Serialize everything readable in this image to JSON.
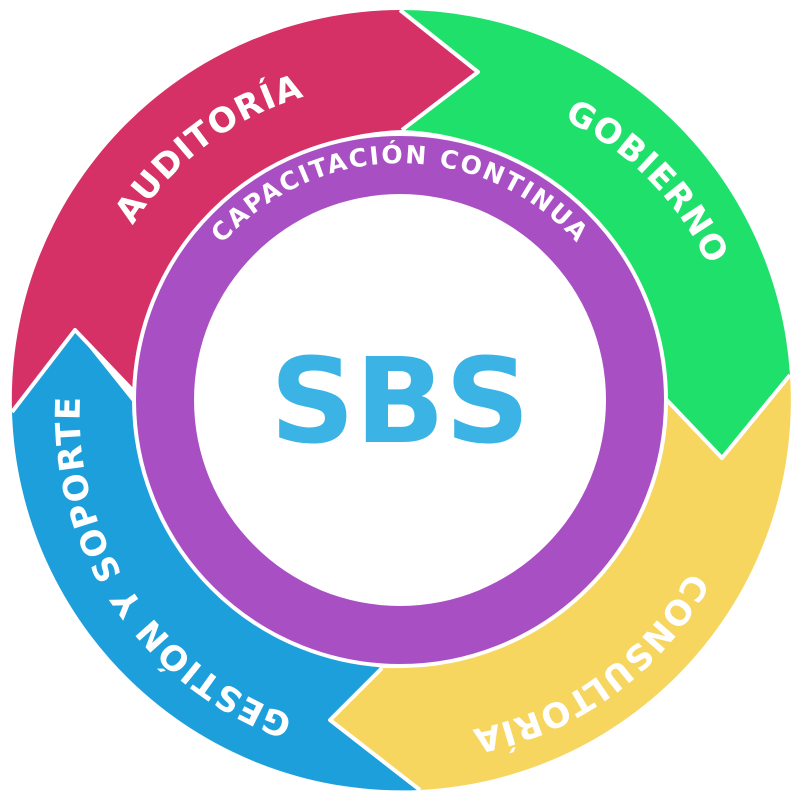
{
  "center": {
    "title": "SBS",
    "color": "#3bb4e5"
  },
  "ring": {
    "label": "CAPACITACIÓN CONTINUA",
    "color": "#a94fc4"
  },
  "segments": [
    {
      "id": "auditoria",
      "label": "AUDITORÍA",
      "color": "#d63166"
    },
    {
      "id": "gobierno",
      "label": "GOBIERNO",
      "color": "#1ee06a"
    },
    {
      "id": "consultoria",
      "label": "CONSULTORÍA",
      "color": "#f7d660"
    },
    {
      "id": "gestion",
      "label": "GESTIÓN Y SOPORTE",
      "color": "#1d9fdc"
    }
  ]
}
